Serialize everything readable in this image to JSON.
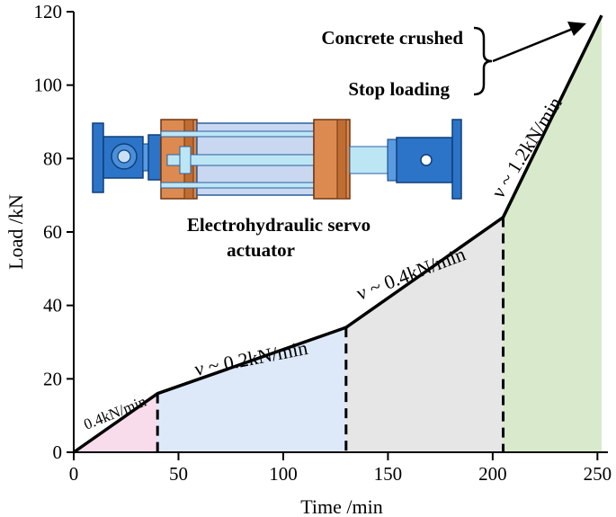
{
  "chart_data": {
    "type": "area",
    "xlabel": "Time /min",
    "ylabel": "Load /kN",
    "xlim": [
      0,
      255
    ],
    "ylim": [
      0,
      120
    ],
    "xticks": [
      0,
      50,
      100,
      150,
      200,
      250
    ],
    "yticks": [
      0,
      20,
      40,
      60,
      80,
      100,
      120
    ],
    "grid": false,
    "load_path": {
      "x": [
        0,
        40,
        130,
        205,
        252
      ],
      "y": [
        0,
        16,
        34,
        64,
        119
      ]
    },
    "stages": [
      {
        "x_start": 0,
        "x_end": 40,
        "y_end": 16,
        "color": "#f9dcec",
        "rate_label": "0.4kN/min"
      },
      {
        "x_start": 40,
        "x_end": 130,
        "y_end": 34,
        "color": "#dde9f8",
        "rate_label": "ν ~ 0.2kN/min"
      },
      {
        "x_start": 130,
        "x_end": 205,
        "y_end": 64,
        "color": "#e6e6e6",
        "rate_label": "ν ~ 0.4kN/min"
      },
      {
        "x_start": 205,
        "x_end": 252,
        "y_end": 119,
        "color": "#d8eacb",
        "rate_label": "ν ~ 1.2kN/min"
      }
    ],
    "annotations": {
      "end_note_1": "Concrete crushed",
      "end_note_2": "Stop loading",
      "inset_caption_1": "Electrohydraulic servo",
      "inset_caption_2": "actuator"
    }
  }
}
